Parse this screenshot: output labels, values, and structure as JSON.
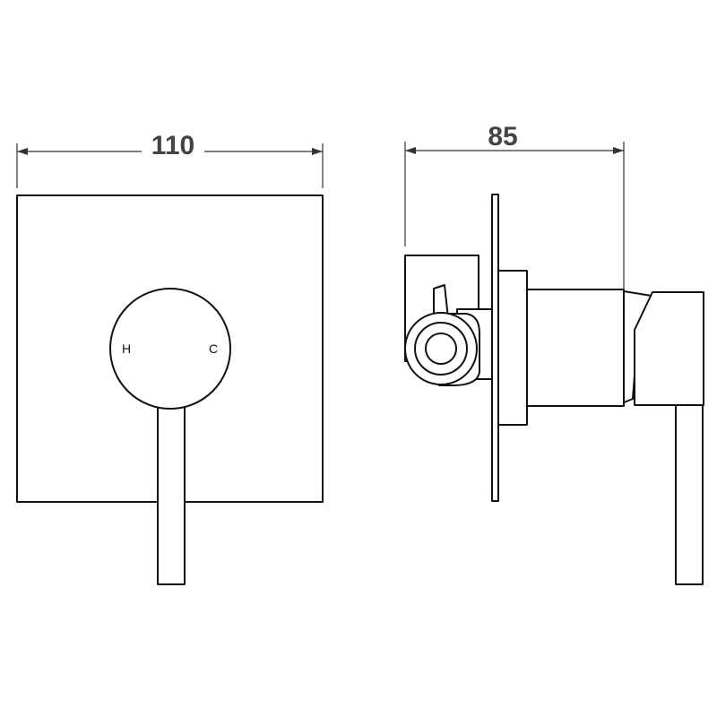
{
  "dimensions": {
    "front_width": "110",
    "side_depth": "85"
  },
  "front_view": {
    "hot_label": "H",
    "cold_label": "C"
  }
}
